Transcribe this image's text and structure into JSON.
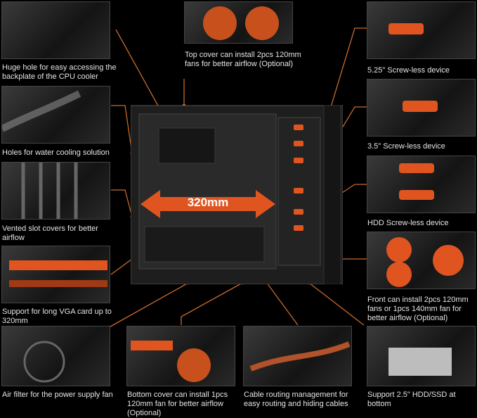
{
  "colors": {
    "accent": "#e0551f",
    "line": "#c86a2a",
    "caption": "#e4e4e4"
  },
  "dimension_label": "320mm",
  "features": [
    {
      "id": "cpu",
      "text": "Huge hole for easy accessing the backplate of the CPU cooler"
    },
    {
      "id": "water",
      "text": "Holes for water cooling solution"
    },
    {
      "id": "slots",
      "text": "Vented slot covers for better airflow"
    },
    {
      "id": "vga",
      "text": "Support for long VGA card up to 320mm"
    },
    {
      "id": "topfan",
      "text": "Top cover can install 2pcs 120mm fans for better airflow (Optional)"
    },
    {
      "id": "525",
      "text": "5.25\" Screw-less device"
    },
    {
      "id": "35",
      "text": "3.5\" Screw-less device"
    },
    {
      "id": "hdd",
      "text": "HDD Screw-less device"
    },
    {
      "id": "frontfan",
      "text": "Front can install 2pcs 120mm fans or 1pcs 140mm fan for better airflow (Optional)"
    },
    {
      "id": "airfilter",
      "text": "Air filter for the power supply fan"
    },
    {
      "id": "bottomfan",
      "text": "Bottom cover can install 1pcs 120mm fan for better airflow (Optional)"
    },
    {
      "id": "cable",
      "text": "Cable routing management for easy routing and hiding cables"
    },
    {
      "id": "ssd",
      "text": "Support 2.5\" HDD/SSD at bottom"
    }
  ]
}
